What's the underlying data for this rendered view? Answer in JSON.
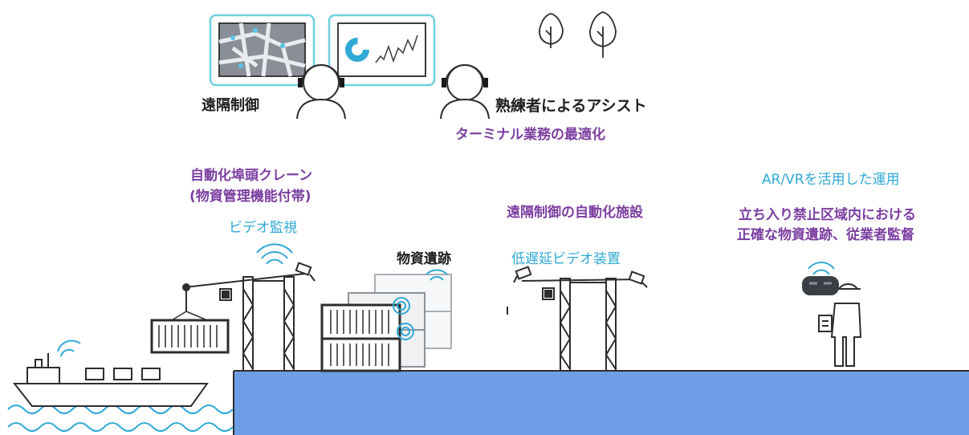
{
  "labels": {
    "remote_control": "遠隔制御",
    "expert_assist": "熟練者によるアシスト",
    "terminal_optimization": "ターミナル業務の最適化",
    "auto_crane_line1": "自動化埠頭クレーン",
    "auto_crane_line2": "(物資管理機能付帯)",
    "video_monitoring": "ビデオ監視",
    "material_tracking": "物資遺跡",
    "remote_auto_facility": "遠隔制御の自動化施設",
    "low_latency_video": "低遅延ビデオ装置",
    "ar_vr_operation": "AR/VRを活用した運用",
    "restricted_line1": "立ち入り禁止区域内における",
    "restricted_line2": "正確な物資遺跡、従業者監督"
  },
  "icons": [
    "map-screen-icon",
    "dashboard-screen-icon",
    "operator-headset-icon",
    "expert-headset-icon",
    "tree-icon",
    "wifi-signal-icon",
    "camera-icon",
    "crane-icon",
    "container-icon",
    "ship-icon",
    "worker-vr-icon",
    "rfid-tag-icon"
  ],
  "colors": {
    "purple_text": "#7b3fa0",
    "cyan_text": "#2fa9d6",
    "dark_text": "#1f1f1f",
    "dock": "#6e9fe6",
    "screen_border": "#6fd0e0",
    "line": "#2d2d2d"
  }
}
